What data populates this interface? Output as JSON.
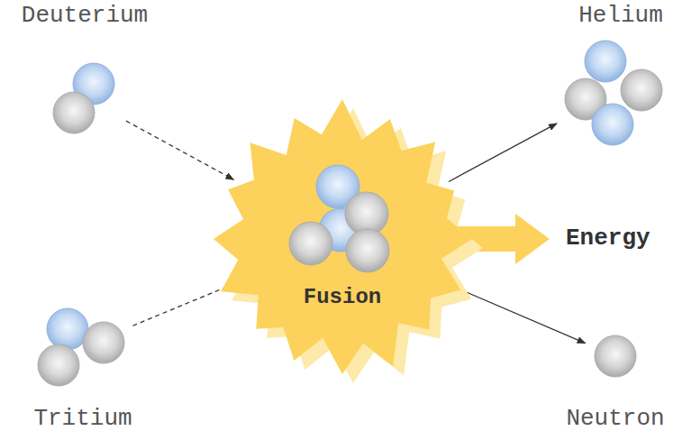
{
  "diagram": {
    "nodes": [
      {
        "text": [
          "Deuterium"
        ]
      },
      {
        "text": [
          "Tritium"
        ]
      },
      {
        "text": [
          "Fusion"
        ]
      },
      {
        "text": [
          "Helium"
        ]
      },
      {
        "text": [
          "Energy"
        ]
      },
      {
        "text": [
          "Neutron"
        ]
      }
    ],
    "edges": [
      {
        "from": 0,
        "to": 2,
        "arrow": "to"
      },
      {
        "from": 1,
        "to": 2,
        "arrow": "to"
      },
      {
        "from": 2,
        "to": 3,
        "arrow": "to"
      },
      {
        "from": 2,
        "to": 4,
        "arrow": "to"
      },
      {
        "from": 2,
        "to": 5,
        "arrow": "to"
      }
    ]
  }
}
